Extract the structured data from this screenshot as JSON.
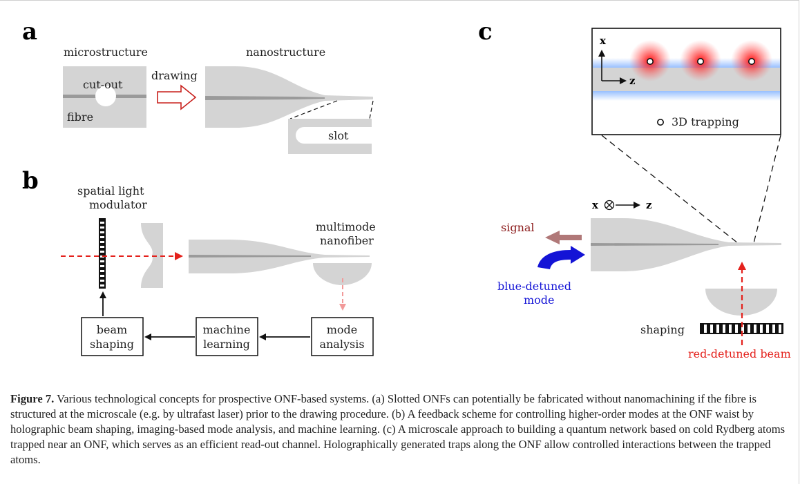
{
  "panels": {
    "a": {
      "letter": "a",
      "microstructure": "microstructure",
      "nanostructure": "nanostructure",
      "cutout": "cut-out",
      "drawing": "drawing",
      "fibre": "fibre",
      "slot": "slot"
    },
    "b": {
      "letter": "b",
      "slm_line1": "spatial light",
      "slm_line2": "modulator",
      "multimode_line1": "multimode",
      "multimode_line2": "nanofiber",
      "beam_line1": "beam",
      "beam_line2": "shaping",
      "machine_line1": "machine",
      "machine_line2": "learning",
      "mode_line1": "mode",
      "mode_line2": "analysis"
    },
    "c": {
      "letter": "c",
      "axis_x": "x",
      "axis_z": "z",
      "trapping": "3D trapping",
      "coord_x": "x",
      "coord_z": "z",
      "signal": "signal",
      "blue_line1": "blue-detuned",
      "blue_line2": "mode",
      "shaping": "shaping",
      "red_beam": "red-detuned beam"
    }
  },
  "caption": {
    "lead": "Figure 7.",
    "text": " Various technological concepts for prospective ONF-based systems. (a) Slotted ONFs can potentially be fabricated without nanomachining if the fibre is structured at the microscale (e.g. by ultrafast laser) prior to the drawing procedure. (b) A feedback scheme for controlling higher-order modes at the ONF waist by holographic beam shaping, imaging-based mode analysis, and machine learning. (c) A microscale approach to building a quantum network based on cold Rydberg atoms trapped near an ONF, which serves as an efficient read-out channel. Holographically generated traps along the ONF allow controlled interactions between the trapped atoms."
  },
  "colors": {
    "fibre_gray": "#d4d4d4",
    "core_gray": "#9a9a9a",
    "red": "#e4211c",
    "blue": "#1414d6",
    "signal": "#b07878",
    "signal_text": "#8b1a1a"
  }
}
